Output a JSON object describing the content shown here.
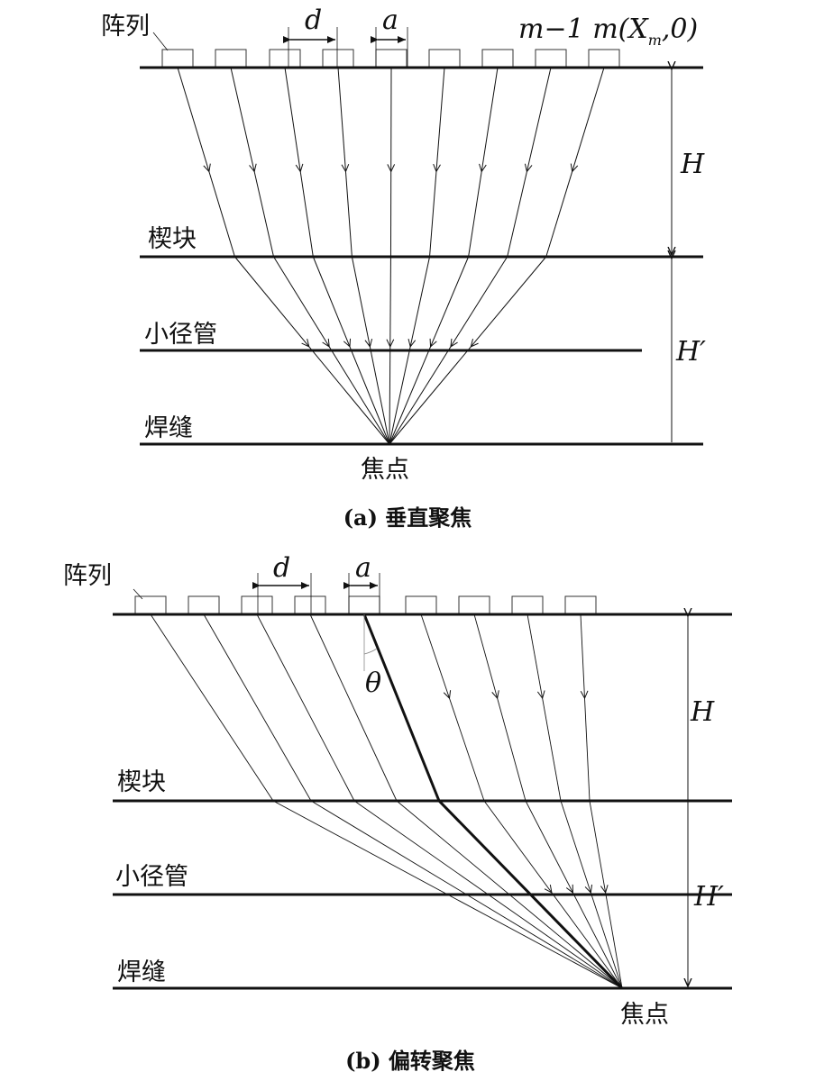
{
  "panel_a": {
    "array_label": "阵列",
    "wedge_label": "楔块",
    "pipe_label": "小径管",
    "weld_label": "焊缝",
    "focus_label": "焦点",
    "pitch_label": "d",
    "width_label": "a",
    "height_label": "H",
    "height2_label": "H′",
    "element_label": "m−1 m(X",
    "element_sub": "m",
    "element_tail": ",0)",
    "caption": "(a) 垂直聚焦"
  },
  "panel_b": {
    "array_label": "阵列",
    "wedge_label": "楔块",
    "pipe_label": "小径管",
    "weld_label": "焊缝",
    "focus_label": "焦点",
    "pitch_label": "d",
    "width_label": "a",
    "angle_label": "θ",
    "height_label": "H",
    "height2_label": "H′",
    "caption": "(b) 偏转聚焦"
  }
}
